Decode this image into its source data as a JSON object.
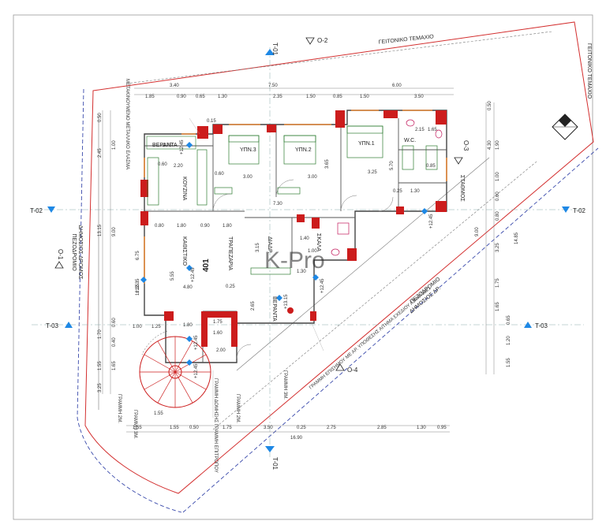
{
  "plot": {
    "neighbor_top": "ΓΕΙΤΟΝΙΚΟ ΤΕΜΑΧΙΟ",
    "neighbor_right": "ΓΕΙΤΟΝΙΚΟ ΤΕΜΑΧΙΟ",
    "sidewalk_left": "ΠΕΖΟΔΡΟΜΙΟ",
    "road_left": "ΔΗΜΟΣΙΟΣ ΔΡΟΜΟΣ",
    "sidewalk_diag": "ΠΕΖΟΔΡΟΜΙΟ",
    "road_diag": "ΔΗΜΟΣΙΟΣ ΔΡ."
  },
  "sections": {
    "t01_top": "T-01",
    "t01_bottom": "T-01",
    "t02_left": "T-02",
    "t02_right": "T-02",
    "t03_left": "T-03",
    "t03_right": "T-03",
    "o1": "O-1",
    "o2": "O-2",
    "o3": "O-3",
    "o4": "O-4"
  },
  "notes": {
    "construction_line_1": "ΓΡΑΜΜΗ ΔΟΜΗΣΗΣ ΓΡΑΜΜΗ ΕΠΙΤΡΟΠΟΥ",
    "construction_line_2": "ΓΡΑΜΜΗ 3Μ.",
    "construction_line_3": "ΓΡΑΜΜΗ 2Μ.",
    "construction_line_4": "ΓΡΑΜΜΗ 3Μ.",
    "construction_line_5": "ΓΡΑΜΜΗ 2Μ.",
    "portable_tank": "ΜΕΤΑΚΙΝΟΥΜΕΝΟ ΜΕΤΑΛΛΙΚΟ ΕΛΑΣΜΑ",
    "diag_note": "ΓΡΑΜΜΗ ΕΠΙΣΗΜΟΥ ΜΕ ΑΡ. ΥΠΟΘΕΣΗΣ ΑΙΤΗΜΑ ΣΧΕΔΙΟΥ Α3/ΑΦ/2021",
    "apartment_no": "401",
    "watermark": "K-Pro"
  },
  "rooms": {
    "veranda_top": "ΒΕΡΑΝΤΑ",
    "kitchen": "ΚΟΥΖΙΝΑ",
    "living": "ΚΑΘΙΣΤΙΚΟ",
    "dining": "ΤΡΑΠΕΖΑΡΙΑ",
    "bed1": "ΥΠΝ.1",
    "bed2": "ΥΠΝ.2",
    "bed3": "ΥΠΝ.3",
    "bath1": "W.C.",
    "corridor": "ΔΙΑΔΡ.",
    "veranda_bottom": "ΒΕΡΑΝΤΑ",
    "storage": "ΣΤΑΘΜΟΣ",
    "stair": "ΣΚΑΛΑ"
  },
  "dimensions": {
    "top_row1": [
      "3.40",
      "7.50",
      "6.00"
    ],
    "top_row2": [
      "1.85",
      "0.90",
      "0.65",
      "1.30",
      "2.35",
      "1.50",
      "0.85",
      "1.50",
      "3.50"
    ],
    "bottom_row1": [
      "1.55",
      "0.50",
      "1.75",
      "3.50",
      "0.25",
      "2.75",
      "2.85",
      "1.30",
      "0.95"
    ],
    "bottom_row2": [
      "1.55",
      "1.55",
      "16.90"
    ],
    "left_col1": [
      "0.50",
      "2.45",
      "13.15",
      "1.70",
      "1.55",
      "3.25"
    ],
    "left_col2": [
      "1.00",
      "9.00",
      "6.75",
      "12.35",
      "0.60",
      "0.40",
      "1.65"
    ],
    "right_col1": [
      "0.50",
      "4.30",
      "14.85",
      "9.00",
      "0.65",
      "1.20",
      "1.55"
    ],
    "right_col2": [
      "1.90",
      "1.00",
      "0.60",
      "0.80",
      "3.25",
      "1.75",
      "1.65"
    ],
    "interior": [
      "2.75",
      "2.20",
      "0.60",
      "3.00",
      "3.65",
      "3.00",
      "3.25",
      "5.70",
      "7.30",
      "0.80",
      "1.80",
      "0.90",
      "1.80",
      "3.15",
      "4.80",
      "5.55",
      "0.25",
      "1.40",
      "1.00",
      "1.30",
      "2.65",
      "1.80",
      "1.75",
      "1.60",
      "2.00",
      "1.25",
      "1.00",
      "0.85",
      "0.15",
      "2.15",
      "1.65",
      "0.25",
      "1.30",
      "0.60"
    ],
    "levels": [
      "+12.45",
      "+12.45",
      "+12.45",
      "+12.45",
      "+12.45",
      "+12.35",
      "+12.45",
      "+13.15"
    ]
  },
  "colors": {
    "wall": "#cc1c1c",
    "furniture": "#2e7d32",
    "window": "#e6893a",
    "plot_line": "#3949ab",
    "section": "#1e88e5"
  }
}
